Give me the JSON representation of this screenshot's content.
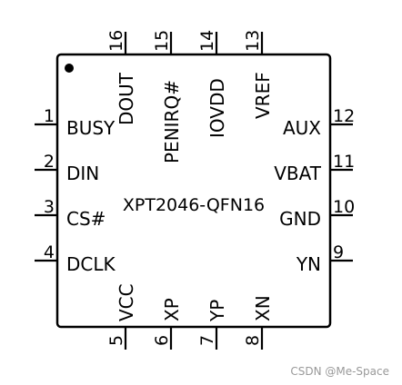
{
  "part_name": "XPT2046-QFN16",
  "watermark": "CSDN @Me-Space",
  "pins": {
    "left": [
      {
        "num": "1",
        "label": "BUSY"
      },
      {
        "num": "2",
        "label": "DIN"
      },
      {
        "num": "3",
        "label": "CS#"
      },
      {
        "num": "4",
        "label": "DCLK"
      }
    ],
    "bottom": [
      {
        "num": "5",
        "label": "VCC"
      },
      {
        "num": "6",
        "label": "XP"
      },
      {
        "num": "7",
        "label": "YP"
      },
      {
        "num": "8",
        "label": "XN"
      }
    ],
    "right": [
      {
        "num": "9",
        "label": "YN"
      },
      {
        "num": "10",
        "label": "GND"
      },
      {
        "num": "11",
        "label": "VBAT"
      },
      {
        "num": "12",
        "label": "AUX"
      }
    ],
    "top": [
      {
        "num": "13",
        "label": "VREF"
      },
      {
        "num": "14",
        "label": "IOVDD"
      },
      {
        "num": "15",
        "label": "PENIRQ#"
      },
      {
        "num": "16",
        "label": "DOUT"
      }
    ]
  },
  "colors": {
    "stroke": "#000000",
    "background": "#ffffff",
    "watermark": "#999999"
  }
}
